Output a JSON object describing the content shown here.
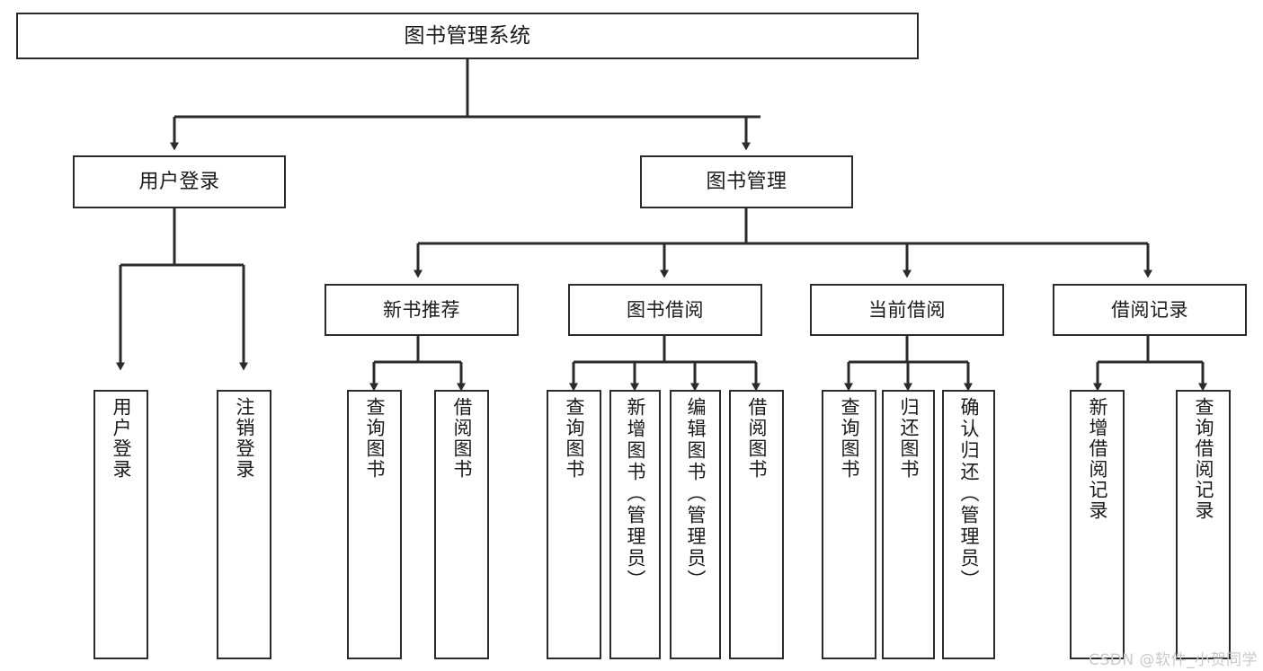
{
  "diagram": {
    "title": "图书管理系统",
    "type": "tree-hierarchy-functional-structure",
    "root": {
      "label": "图书管理系统"
    },
    "level2": [
      {
        "label": "用户登录"
      },
      {
        "label": "图书管理"
      }
    ],
    "level3": [
      {
        "label": "新书推荐"
      },
      {
        "label": "图书借阅"
      },
      {
        "label": "当前借阅"
      },
      {
        "label": "借阅记录"
      }
    ],
    "leaves": {
      "user_login": [
        {
          "label": "用户登录"
        },
        {
          "label": "注销登录"
        }
      ],
      "new_book_recommend": [
        {
          "label": "查询图书"
        },
        {
          "label": "借阅图书"
        }
      ],
      "book_borrow": [
        {
          "label": "查询图书"
        },
        {
          "label": "新增图书（管理员）"
        },
        {
          "label": "编辑图书（管理员）"
        },
        {
          "label": "借阅图书"
        }
      ],
      "current_borrow": [
        {
          "label": "查询图书"
        },
        {
          "label": "归还图书"
        },
        {
          "label": "确认归还（管理员）"
        }
      ],
      "borrow_record": [
        {
          "label": "新增借阅记录"
        },
        {
          "label": "查询借阅记录"
        }
      ]
    }
  },
  "watermark": {
    "text": "CSDN @软件_小贺同学"
  },
  "colors": {
    "stroke": "#2b2b2b",
    "fill": "#ffffff",
    "text": "#1a1a1a",
    "watermark": "#c9c9c9"
  }
}
